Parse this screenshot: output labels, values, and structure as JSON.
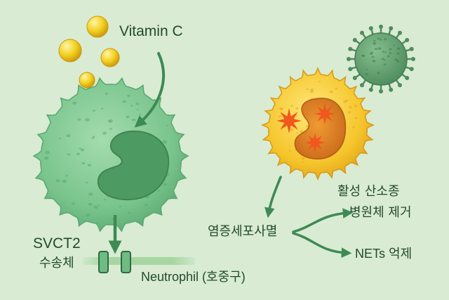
{
  "labels": {
    "vitamin_c": "Vitamin C",
    "svct2": "SVCT2",
    "transporter": "수송체",
    "neutrophil": "Neutrophil (호중구)",
    "ros": "활성 산소종",
    "pathogen_removal": "병원체 제거",
    "inflammatory_death": "염증세포사멸",
    "nets_suppression": "NETs 억제"
  },
  "colors": {
    "background": "#d9ebd3",
    "vitamin_c": "#f2cf1c",
    "neutrophil": "#79c48d",
    "neutrophil_nucleus": "#4d9a63",
    "inflamed_cell": "#f1bb1f",
    "inflamed_nucleus": "#d9791e",
    "burst": "#f0581e",
    "pathogen": "#5f9f6d",
    "arrow": "#3d8a55",
    "text": "#234a2f"
  }
}
